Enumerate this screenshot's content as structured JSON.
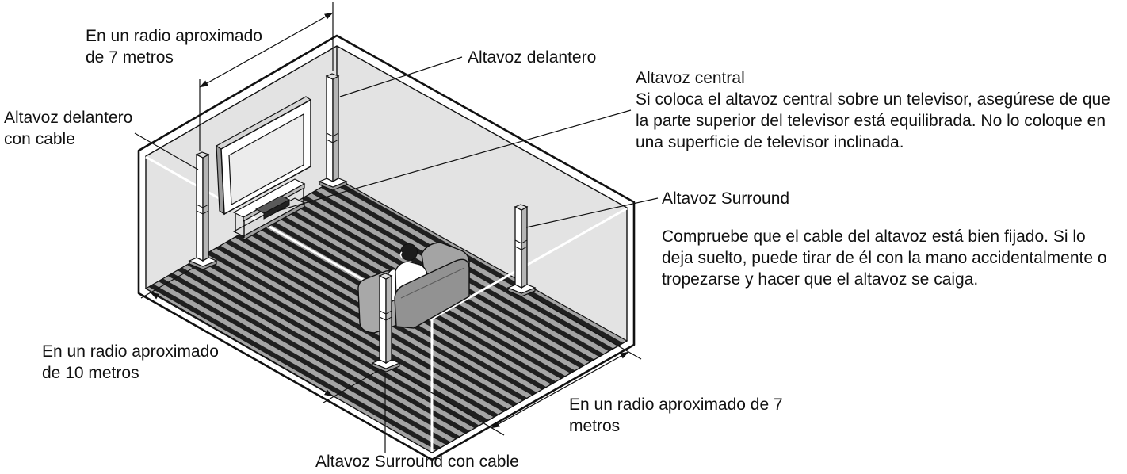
{
  "labels": {
    "top_distance": [
      "En un radio aproximado",
      "de 7 metros"
    ],
    "front_speaker": "Altavoz delantero",
    "center_speaker": {
      "title": "Altavoz central",
      "note": [
        "Si coloca el altavoz central sobre un televisor, asegúrese de que",
        "la parte superior del televisor está equilibrada. No lo coloque en",
        "una superficie de televisor inclinada."
      ]
    },
    "wired_front_speaker": [
      "Altavoz delantero",
      "con cable"
    ],
    "surround_speaker": "Altavoz Surround",
    "surround_note": [
      "Compruebe que el cable del altavoz está bien fijado. Si lo",
      "deja suelto, puede tirar de él con la mano accidentalmente o",
      "tropezarse y hacer que el altavoz se caiga."
    ],
    "side_distance": [
      "En un radio aproximado",
      "de 10 metros"
    ],
    "front_distance": [
      "En un radio aproximado de 7",
      "metros"
    ],
    "wired_surround_speaker": "Altavoz Surround con cable"
  }
}
